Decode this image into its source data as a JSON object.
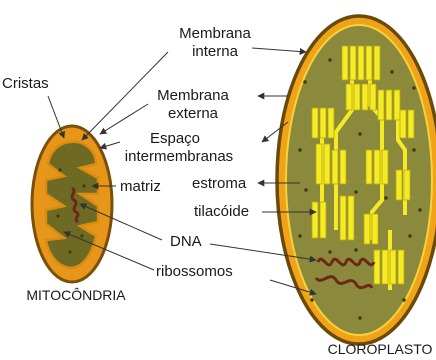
{
  "labels": {
    "cristas": "Cristas",
    "membrana_interna_1": "Membrana",
    "membrana_interna_2": "interna",
    "membrana_externa_1": "Membrana",
    "membrana_externa_2": "externa",
    "espaco_1": "Espaço",
    "espaco_2": "intermembranas",
    "matriz": "matriz",
    "estroma": "estroma",
    "tilacoide": "tilacóide",
    "dna": "DNA",
    "ribossomos": "ribossomos"
  },
  "captions": {
    "mitocondria": "MITOCÔNDRIA",
    "cloroplasto": "CLOROPLASTO"
  },
  "colors": {
    "outer_membrane": "#8a5a0a",
    "intermembrane": "#f0a318",
    "matrix": "#6f6a23",
    "stroma": "#8b8a3c",
    "thylakoid": "#f4ea25",
    "dna": "#6b2818",
    "arrow": "#333333"
  }
}
